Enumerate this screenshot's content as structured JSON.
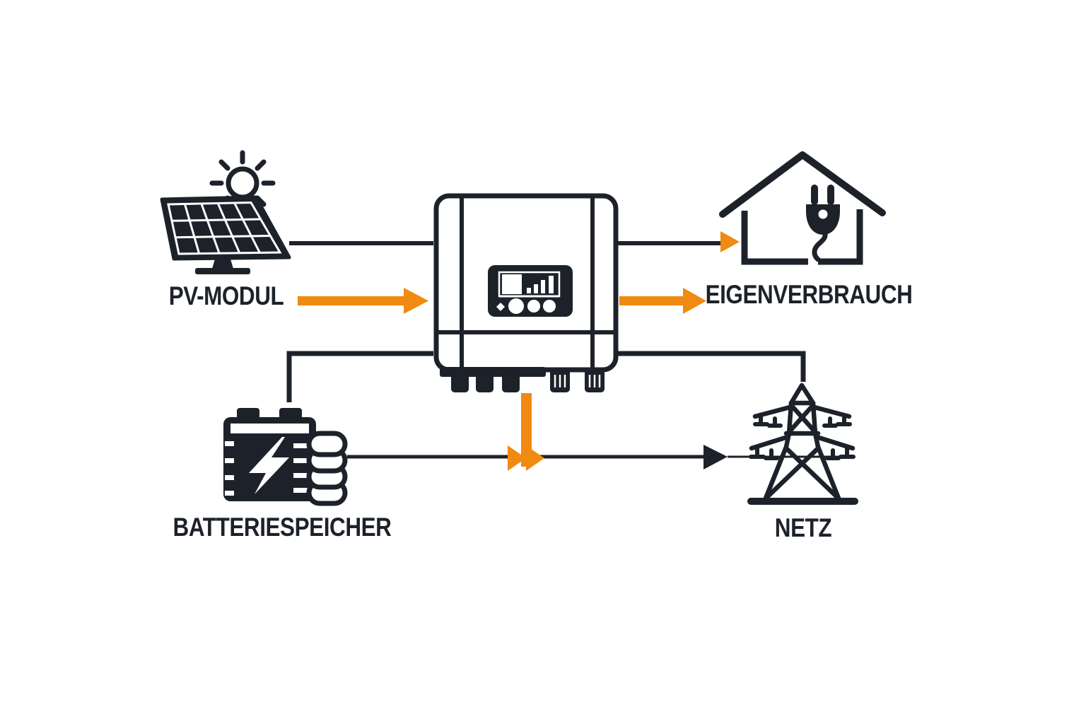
{
  "diagram": {
    "colors": {
      "ink": "#1d222a",
      "accent": "#F08A10",
      "background": "#ffffff"
    },
    "nodes": {
      "pv_module": {
        "label": "PV-MODUL",
        "icon": "solar-panel-sun-icon"
      },
      "inverter": {
        "label": "",
        "icon": "inverter-display-icon"
      },
      "self_consumption": {
        "label": "EIGENVERBRAUCH",
        "icon": "house-plug-icon"
      },
      "battery_storage": {
        "label": "BATTERIESPEICHER",
        "icon": "battery-lightning-icon"
      },
      "grid": {
        "label": "NETZ",
        "icon": "transmission-tower-icon"
      }
    },
    "flows": [
      {
        "from": "pv_module",
        "to": "inverter",
        "connector": "black-line"
      },
      {
        "from": "pv_module",
        "to": "inverter",
        "connector": "orange-arrow"
      },
      {
        "from": "inverter",
        "to": "self_consumption",
        "connector": "black-line-orange-arrowhead"
      },
      {
        "from": "inverter",
        "to": "self_consumption",
        "connector": "orange-arrow"
      },
      {
        "from": "inverter",
        "to": "battery_storage",
        "connector": "black-line"
      },
      {
        "from": "inverter",
        "to": "grid",
        "connector": "black-line"
      },
      {
        "from": "inverter",
        "to": "battery_grid_bus",
        "connector": "orange-arrow-down"
      },
      {
        "from": "battery_storage",
        "to": "grid",
        "connector": "black-line-black-arrowhead"
      }
    ]
  }
}
